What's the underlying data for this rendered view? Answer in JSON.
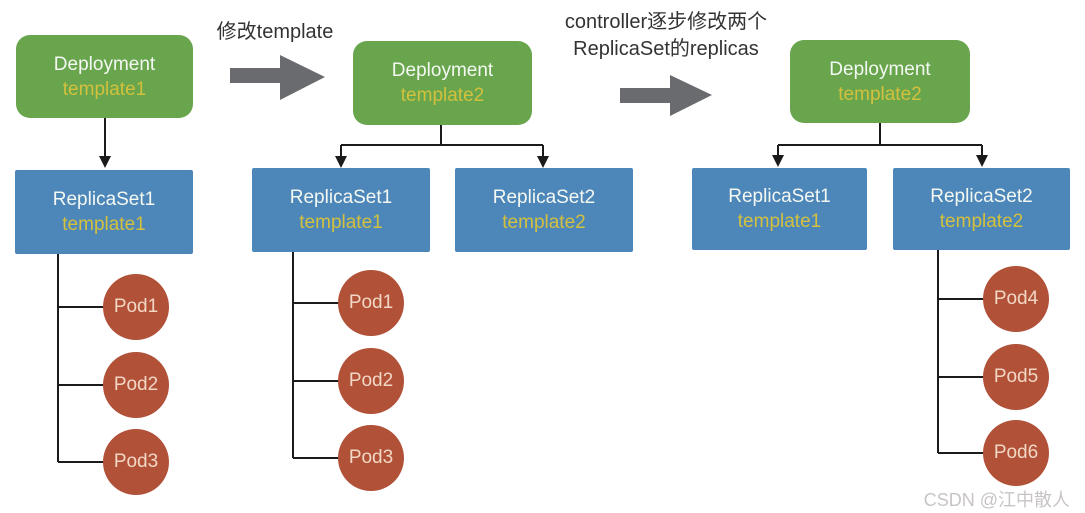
{
  "diagram": {
    "colors": {
      "green": "#68a54d",
      "blue": "#4d86b9",
      "pod": "#b05138",
      "yellow": "#d3c13d",
      "line": "#1b1b1b",
      "arrow": "#696b6e",
      "label": "#333333",
      "watermark": "#c9c4c4"
    },
    "step_labels": {
      "arrow1": "修改template",
      "arrow2_line1": "controller逐步修改两个",
      "arrow2_line2": "ReplicaSet的replicas"
    },
    "watermark": "CSDN @江中散人",
    "groups": [
      {
        "deployment": {
          "title": "Deployment",
          "subtitle": "template1"
        },
        "replicasets": [
          {
            "title": "ReplicaSet1",
            "subtitle": "template1",
            "pods": [
              "Pod1",
              "Pod2",
              "Pod3"
            ]
          }
        ]
      },
      {
        "deployment": {
          "title": "Deployment",
          "subtitle": "template2"
        },
        "replicasets": [
          {
            "title": "ReplicaSet1",
            "subtitle": "template1",
            "pods": [
              "Pod1",
              "Pod2",
              "Pod3"
            ]
          },
          {
            "title": "ReplicaSet2",
            "subtitle": "template2",
            "pods": []
          }
        ]
      },
      {
        "deployment": {
          "title": "Deployment",
          "subtitle": "template2"
        },
        "replicasets": [
          {
            "title": "ReplicaSet1",
            "subtitle": "template1",
            "pods": []
          },
          {
            "title": "ReplicaSet2",
            "subtitle": "template2",
            "pods": [
              "Pod4",
              "Pod5",
              "Pod6"
            ]
          }
        ]
      }
    ]
  }
}
